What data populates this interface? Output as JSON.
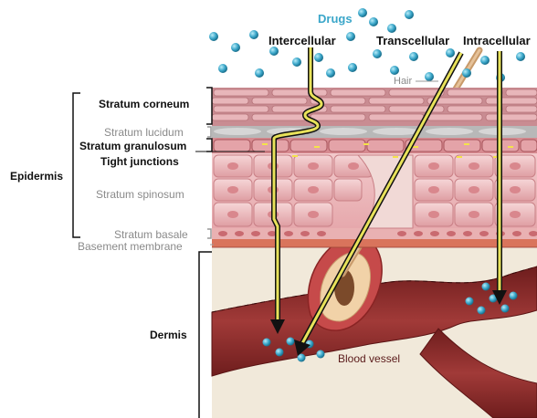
{
  "drugs_label": "Drugs",
  "routes": {
    "intercellular": "Intercellular",
    "transcellular": "Transcellular",
    "intracellular": "Intracellular"
  },
  "hair_label": "Hair",
  "layers": {
    "stratum_corneum": "Stratum corneum",
    "stratum_lucidum": "Stratum lucidum",
    "stratum_granulosum": "Stratum granulosum",
    "tight_junctions": "Tight junctions",
    "stratum_spinosum": "Stratum spinosum",
    "stratum_basale": "Stratum basale",
    "basement_membrane": "Basement membrane"
  },
  "regions": {
    "epidermis": "Epidermis",
    "dermis": "Dermis"
  },
  "blood_vessel_label": "Blood vessel",
  "colors": {
    "drug": "#3aa6c9",
    "arrow_fill": "#e8e25a",
    "corneum": "#d99aa0",
    "cell": "#e3a9ad",
    "dermis": "#f1e9da",
    "vessel": "#8e2c2c"
  }
}
